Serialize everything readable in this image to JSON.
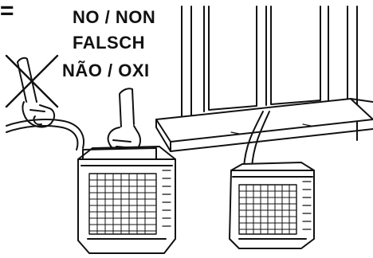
{
  "corner_mark": "=",
  "labels": {
    "line1": "NO / NON",
    "line2": "FALSCH",
    "line3": "NÃO  / OXI"
  },
  "icons": {
    "prohibition": "cross-out-icon",
    "unit_left": "outdoor-unit-icon",
    "unit_right": "outdoor-unit-icon",
    "hand_left": "hand-icon",
    "hand_right": "hand-icon",
    "window": "window-icon"
  },
  "colors": {
    "line": "#111111",
    "fill": "#ffffff"
  }
}
